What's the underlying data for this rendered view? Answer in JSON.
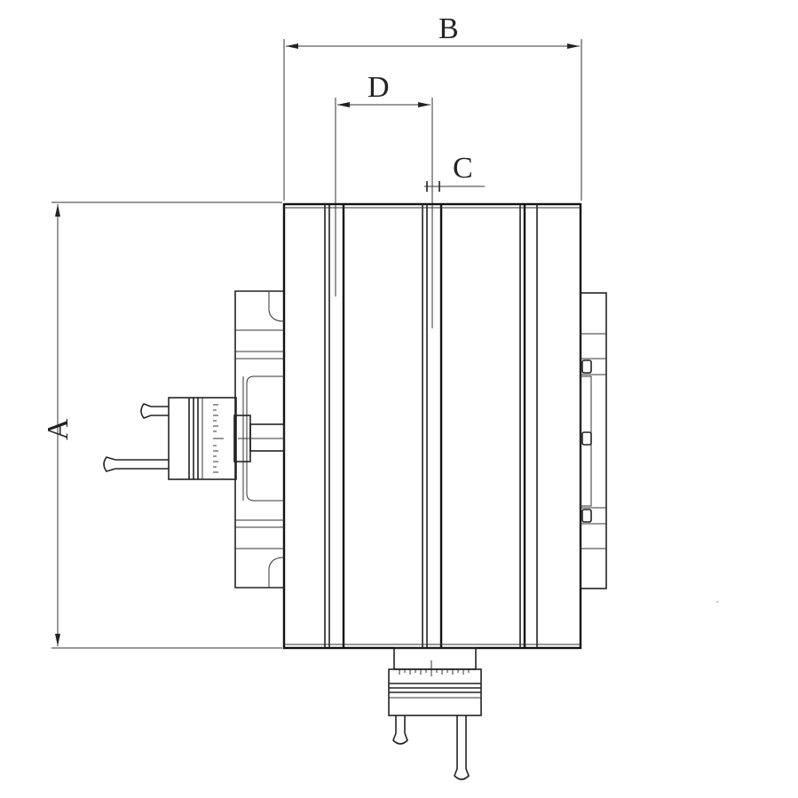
{
  "drawing": {
    "dimension_labels": {
      "a": "A",
      "b": "B",
      "c": "C",
      "d": "D"
    },
    "colors": {
      "line": "#222222",
      "background": "#ffffff"
    }
  }
}
